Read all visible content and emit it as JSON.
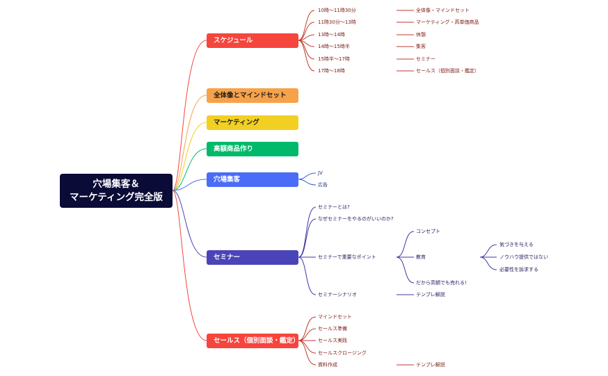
{
  "root": {
    "line1": "穴場集客＆",
    "line2": "マーケティング完全版"
  },
  "colors": {
    "root_bg": "#0b0b37",
    "schedule": "#f5453d",
    "overview": "#f7a24a",
    "marketing": "#f2d023",
    "product": "#00b96b",
    "attract": "#4a6cf7",
    "seminar": "#4b44b8",
    "sales": "#f5453d"
  },
  "branches": {
    "schedule": {
      "label": "スケジュール",
      "times": [
        "10時〜11時30分",
        "11時30分〜13時",
        "13時〜14時",
        "14時〜15時半",
        "15時半〜17時",
        "17時〜18時"
      ],
      "topics": [
        "全体像・マインドセット",
        "マーケティング・高単価商品",
        "休憩",
        "集客",
        "セミナー",
        "セールス（個別面談・鑑定）"
      ]
    },
    "overview": {
      "label": "全体像とマインドセット"
    },
    "marketing": {
      "label": "マーケティング"
    },
    "product": {
      "label": "高額商品作り"
    },
    "attract": {
      "label": "穴場集客",
      "children": [
        "JV",
        "広告"
      ]
    },
    "seminar": {
      "label": "セミナー",
      "children": [
        "セミナーとは?",
        "なぜセミナーをやるのがいいのか?",
        "セミナーで重要なポイント",
        "セミナーシナリオ"
      ],
      "points": [
        "コンセプト",
        "教育",
        "だから高額でも売れる!"
      ],
      "education": [
        "気づきを与える",
        "ノウハウ提供ではない",
        "必要性を訴求する"
      ],
      "scenario_child": "テンプレ解説"
    },
    "sales": {
      "label": "セールス（個別面談・鑑定）",
      "children": [
        "マインドセット",
        "セールス準備",
        "セールス実践",
        "セールスクロージング",
        "資料作成"
      ],
      "material_child": "テンプレ解説"
    }
  }
}
